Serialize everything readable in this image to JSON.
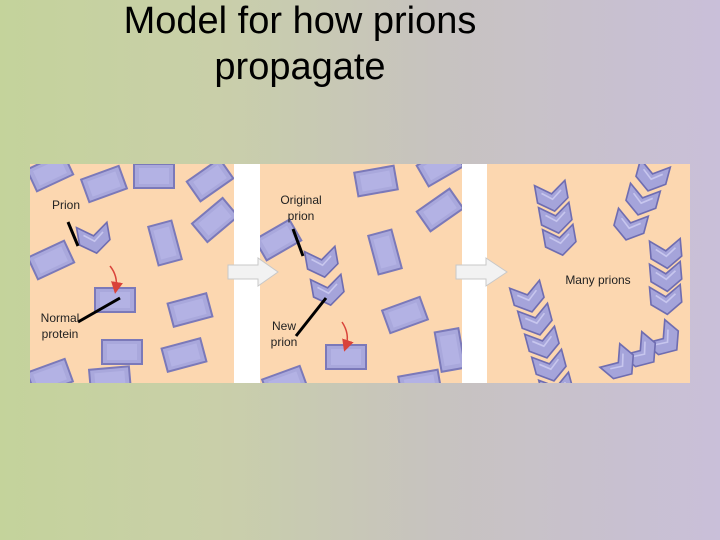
{
  "title": {
    "line1": "Model for how prions",
    "line2": "propagate"
  },
  "labels": {
    "prion": "Prion",
    "normal_protein_1": "Normal",
    "normal_protein_2": "protein",
    "original_prion_1": "Original",
    "original_prion_2": "prion",
    "new_prion_1": "New",
    "new_prion_2": "prion",
    "many_prions": "Many prions"
  },
  "colors": {
    "panel_background": "#fcd7b0",
    "protein_fill": "#a9a8dc",
    "protein_stroke": "#7b79b9",
    "arrow_red": "#d9433a",
    "step_arrow": "#f2f2f2"
  }
}
